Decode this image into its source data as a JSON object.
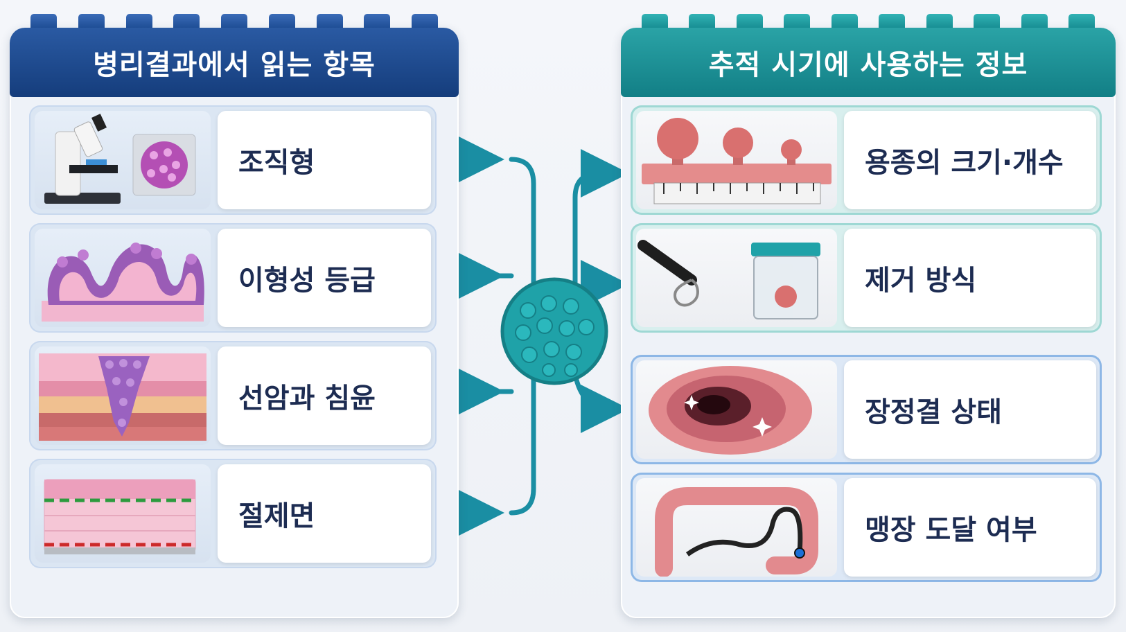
{
  "left_panel": {
    "title": "병리결과에서 읽는 항목",
    "items": [
      {
        "label": "조직형",
        "icon": "microscope-icon"
      },
      {
        "label": "이형성 등급",
        "icon": "dysplasia-tissue-icon"
      },
      {
        "label": "선암과 침윤",
        "icon": "invasion-layers-icon"
      },
      {
        "label": "절제면",
        "icon": "resection-margin-icon"
      }
    ]
  },
  "right_panel": {
    "title": "추적 시기에 사용하는 정보",
    "items": [
      {
        "label": "용종의 크기·개수",
        "icon": "polyp-ruler-icon"
      },
      {
        "label": "제거 방식",
        "icon": "snare-jar-icon"
      },
      {
        "label": "장정결 상태",
        "icon": "clean-bowel-icon"
      },
      {
        "label": "맹장 도달 여부",
        "icon": "colon-scope-icon"
      }
    ]
  },
  "colors": {
    "left_header": "#1c4b92",
    "right_header": "#158b90",
    "connector": "#1a8ea3",
    "hub": "#1fa2a8",
    "label_text": "#1d2c52"
  }
}
